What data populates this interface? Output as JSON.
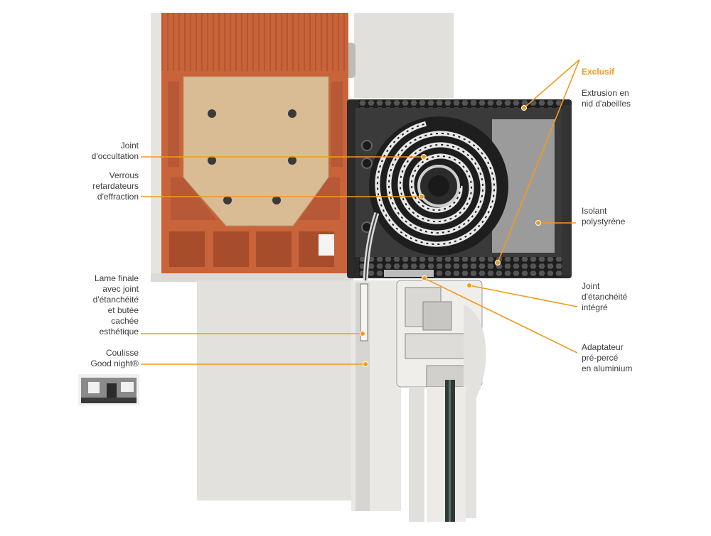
{
  "colors": {
    "accent": "#f29a1e",
    "brick": "#c8633a",
    "brick_dark": "#a84d2c",
    "insulation": "#d9bc94",
    "concrete": "#e3e1dd",
    "pvc": "#ecebe8",
    "box": "#2a2a2a",
    "label_text": "#3c3c3c"
  },
  "labels": {
    "exclusif": {
      "accent": "Exclusif",
      "text": "Extrusion en\nnid d'abeilles"
    },
    "joint_occultation": "Joint\nd'occultation",
    "verrous": "Verrous\nretardateurs\nd'effraction",
    "isolant": "Isolant\npolystyrène",
    "lame_finale": "Lame finale\navec joint\nd'étanchéité\net butée\ncachée\nesthétique",
    "joint_etancheite": "Joint\nd'étanchéité\nintégré",
    "coulisse": "Coulisse\nGood night®",
    "adaptateur": "Adaptateur\npré-percé\nen aluminium"
  }
}
